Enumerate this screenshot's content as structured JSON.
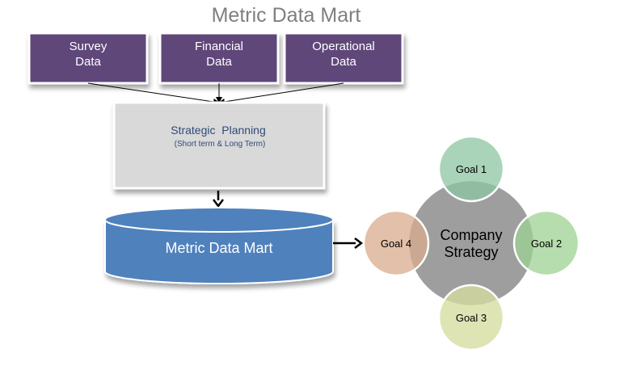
{
  "title": "Metric Data Mart",
  "sources": [
    {
      "line1": "Survey",
      "line2": "Data"
    },
    {
      "line1": "Financial",
      "line2": "Data"
    },
    {
      "line1": "Operational",
      "line2": "Data"
    }
  ],
  "planning": {
    "title": "Strategic  Planning",
    "subtitle": "(Short term & Long Term)"
  },
  "data_mart": {
    "label": "Metric Data Mart"
  },
  "strategy": {
    "line1": "Company",
    "line2": "Strategy"
  },
  "goals": [
    {
      "label": "Goal 1"
    },
    {
      "label": "Goal 2"
    },
    {
      "label": "Goal 3"
    },
    {
      "label": "Goal 4"
    }
  ],
  "colors": {
    "source_box": "#5e477a",
    "planning_box": "#d9d9d9",
    "cylinder": "#4f81bd",
    "hub": "#9e9e9e",
    "goal1": "#8cc5a3",
    "goal2": "#9ed191",
    "goal3": "#d6dca0",
    "goal4": "#d9ab8c",
    "title_text": "#7f7f7f",
    "planning_text": "#2f4a78"
  }
}
